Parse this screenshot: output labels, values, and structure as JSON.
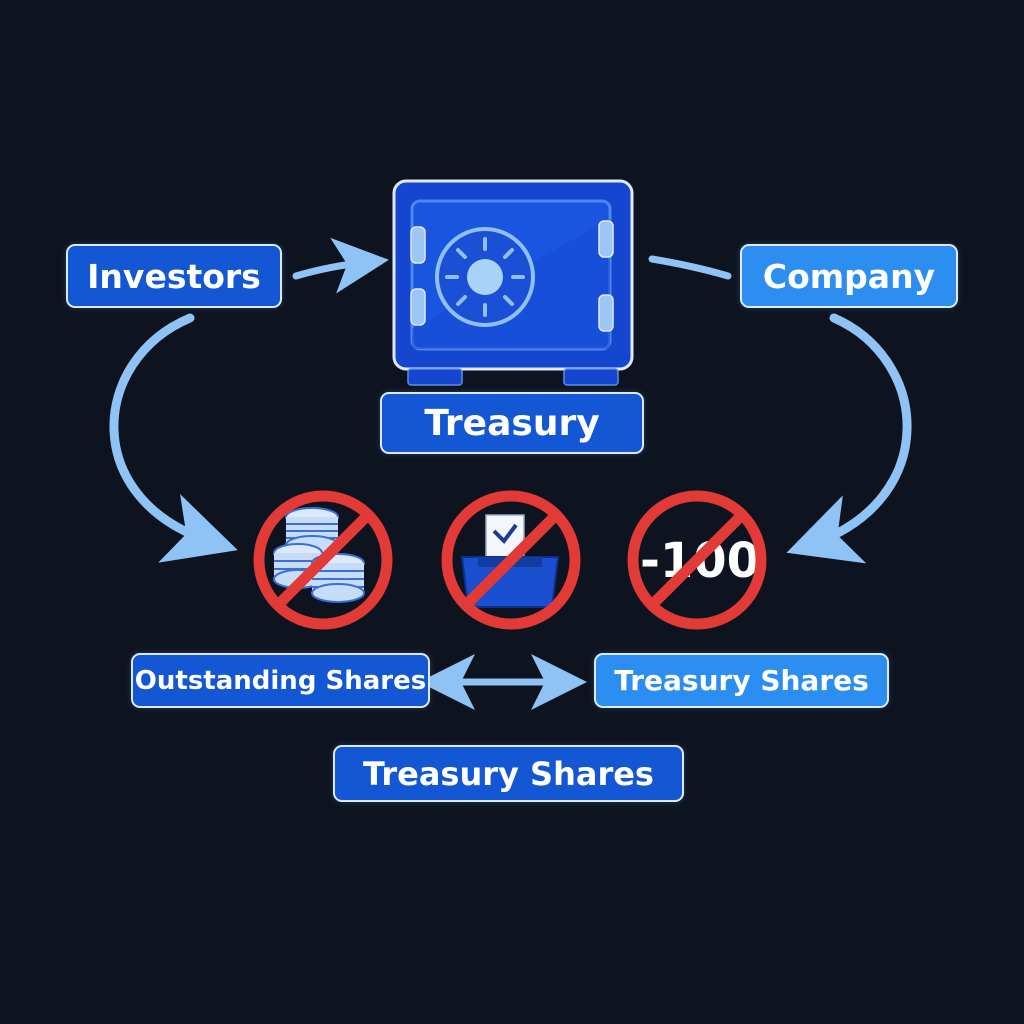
{
  "diagram": {
    "nodes": {
      "investors": "Investors",
      "company": "Company",
      "treasury": "Treasury",
      "outstanding_shares": "Outstanding Shares",
      "treasury_shares_right": "Treasury Shares",
      "treasury_shares_bottom": "Treasury Shares"
    },
    "badges": {
      "minus_value": "-100"
    },
    "icons": {
      "safe": "safe-vault-icon",
      "coins": "coin-stack-icon",
      "ballot": "ballot-box-icon",
      "prohibited": "prohibited-icon"
    }
  },
  "colors": {
    "background": "#0d1420",
    "box_dark_blue": "#0d3fbf",
    "box_mid_blue": "#1357d4",
    "box_light_blue": "#2b8ef0",
    "box_border": "#dde8f8",
    "arrow": "#8fc3f5",
    "prohibition_red": "#e23a36",
    "safe_blue": "#1446cf"
  }
}
